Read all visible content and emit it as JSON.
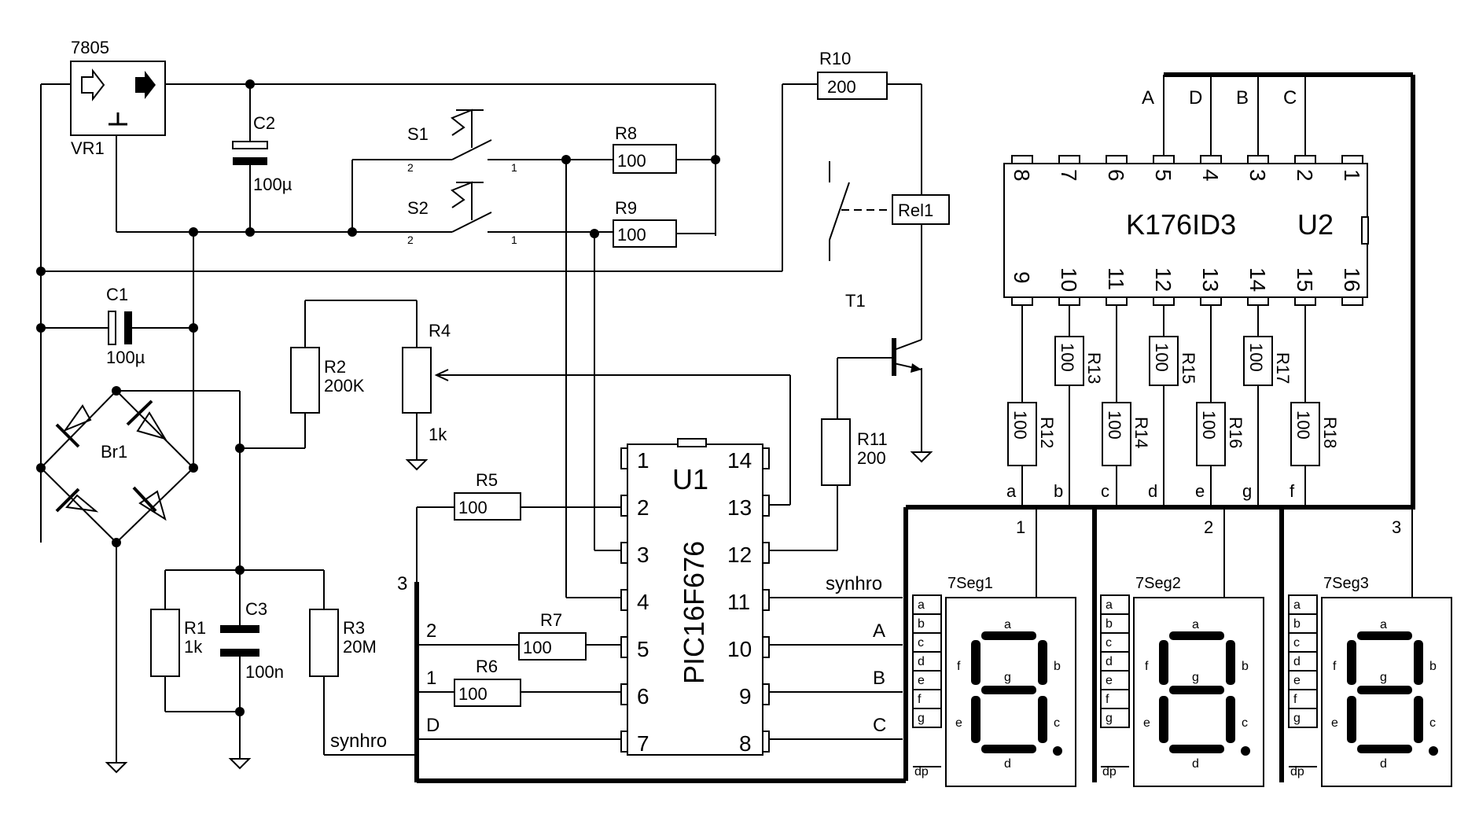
{
  "regulator": {
    "part": "7805",
    "ref": "VR1"
  },
  "capacitors": {
    "c2": {
      "ref": "C2",
      "value": "100µ"
    },
    "c1": {
      "ref": "C1",
      "value": "100µ"
    },
    "c3": {
      "ref": "C3",
      "value": "100n"
    }
  },
  "bridge": {
    "ref": "Br1"
  },
  "switches": {
    "s1": {
      "ref": "S1",
      "pin2": "2",
      "pin1": "1"
    },
    "s2": {
      "ref": "S2",
      "pin2": "2",
      "pin1": "1"
    }
  },
  "resistors": {
    "r1": {
      "ref": "R1",
      "value": "1k"
    },
    "r2": {
      "ref": "R2",
      "value": "200K"
    },
    "r3": {
      "ref": "R3",
      "value": "20M"
    },
    "r4": {
      "ref": "R4",
      "value": "1k"
    },
    "r5": {
      "ref": "R5",
      "value": "100"
    },
    "r6": {
      "ref": "R6",
      "value": "100"
    },
    "r7": {
      "ref": "R7",
      "value": "100"
    },
    "r8": {
      "ref": "R8",
      "value": "100"
    },
    "r9": {
      "ref": "R9",
      "value": "100"
    },
    "r10": {
      "ref": "R10",
      "value": "200"
    },
    "r11": {
      "ref": "R11",
      "value": "200"
    },
    "r12": {
      "ref": "R12",
      "value": "100"
    },
    "r13": {
      "ref": "R13",
      "value": "100"
    },
    "r14": {
      "ref": "R14",
      "value": "100"
    },
    "r15": {
      "ref": "R15",
      "value": "100"
    },
    "r16": {
      "ref": "R16",
      "value": "100"
    },
    "r17": {
      "ref": "R17",
      "value": "100"
    },
    "r18": {
      "ref": "R18",
      "value": "100"
    }
  },
  "relay": {
    "ref": "Rel1"
  },
  "transistor": {
    "ref": "T1"
  },
  "mcu": {
    "ref": "U1",
    "part": "PIC16F676",
    "left_pins": [
      "1",
      "2",
      "3",
      "4",
      "5",
      "6",
      "7"
    ],
    "right_pins": [
      "14",
      "13",
      "12",
      "11",
      "10",
      "9",
      "8"
    ]
  },
  "decoder": {
    "part": "K176ID3",
    "ref": "U2",
    "top_pins": [
      "8",
      "7",
      "6",
      "5",
      "4",
      "3",
      "2",
      "1"
    ],
    "bottom_pins": [
      "9",
      "10",
      "11",
      "12",
      "13",
      "14",
      "15",
      "16"
    ],
    "input_labels": [
      "A",
      "D",
      "B",
      "C"
    ],
    "segment_labels": [
      "a",
      "b",
      "c",
      "d",
      "e",
      "g",
      "f"
    ]
  },
  "nets": {
    "synhro_left": "synhro",
    "synhro_right": "synhro",
    "bus_3": "3",
    "bus_2": "2",
    "bus_1": "1",
    "bus_D": "D",
    "out_A": "A",
    "out_B": "B",
    "out_C": "C"
  },
  "displays": [
    {
      "ref": "7Seg1",
      "digit": "1"
    },
    {
      "ref": "7Seg2",
      "digit": "2"
    },
    {
      "ref": "7Seg3",
      "digit": "3"
    }
  ],
  "display_pins": [
    "a",
    "b",
    "c",
    "d",
    "e",
    "f",
    "g",
    "dp"
  ],
  "display_segments": {
    "a": "a",
    "b": "b",
    "c": "c",
    "d": "d",
    "e": "e",
    "f": "f",
    "g": "g"
  }
}
